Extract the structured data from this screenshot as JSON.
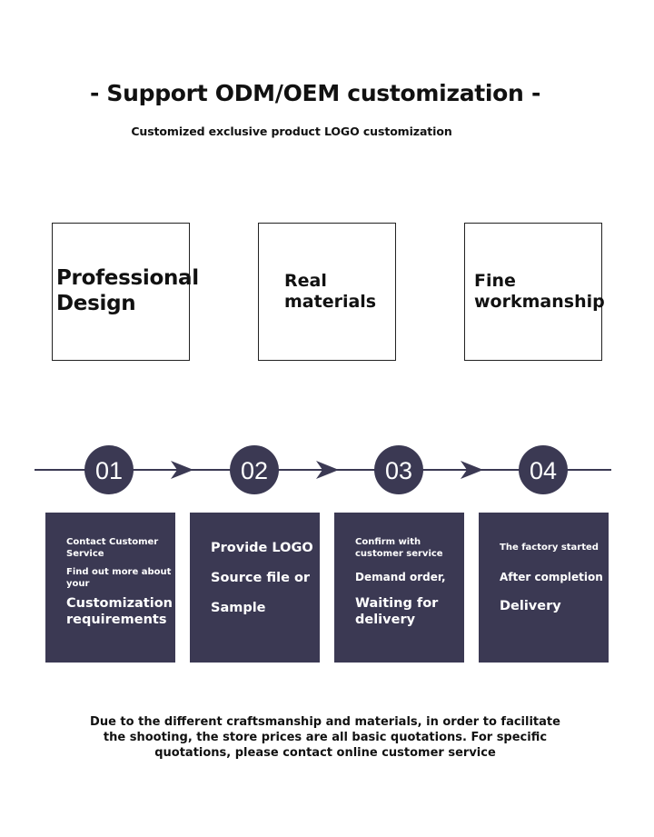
{
  "header": {
    "title": "- Support ODM/OEM customization -",
    "subtitle": "Customized exclusive product LOGO customization"
  },
  "features": [
    {
      "line1": "Professional",
      "line2": "Design"
    },
    {
      "line1": "Real",
      "line2": "materials"
    },
    {
      "line1": "Fine",
      "line2": "workmanship"
    }
  ],
  "steps": [
    {
      "number": "01",
      "lines": [
        "Contact Customer Service",
        "Find out more about your",
        "Customization requirements"
      ]
    },
    {
      "number": "02",
      "lines": [
        "Provide LOGO",
        "Source file or",
        "Sample"
      ]
    },
    {
      "number": "03",
      "lines": [
        "Confirm with customer service",
        "Demand order,",
        "Waiting for delivery"
      ]
    },
    {
      "number": "04",
      "lines": [
        "The factory started",
        "After completion",
        "Delivery"
      ]
    }
  ],
  "footer": {
    "line1": "Due to the different craftsmanship and materials, in order to facilitate",
    "line2": "the shooting, the store prices are all basic quotations. For specific",
    "line3": "quotations, please contact online customer service"
  },
  "colors": {
    "accent": "#3b3953",
    "text": "#111111",
    "background": "#ffffff"
  }
}
